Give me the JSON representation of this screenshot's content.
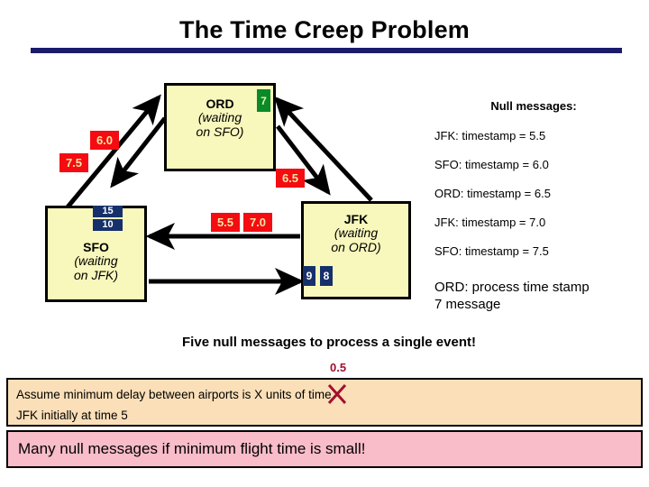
{
  "slide": {
    "title": "The Time Creep Problem",
    "rule_color": "#1b1b6b"
  },
  "diagram": {
    "nodes": [
      {
        "id": "ord",
        "name": "ORD",
        "state_line1": "(waiting",
        "state_line2": "on SFO)",
        "fill": "#f8f7bc"
      },
      {
        "id": "sfo",
        "name": "SFO",
        "state_line1": "(waiting",
        "state_line2": "on JFK)",
        "fill": "#f8f7bc"
      },
      {
        "id": "jfk",
        "name": "JFK",
        "state_line1": "(waiting",
        "state_line2": "on ORD)",
        "fill": "#f8f7bc"
      }
    ],
    "badges": [
      {
        "id": "msg-6-0",
        "value": "6.0",
        "color": "red",
        "hex": "#f40c12"
      },
      {
        "id": "msg-7-5",
        "value": "7.5",
        "color": "red",
        "hex": "#f40c12"
      },
      {
        "id": "msg-6-5",
        "value": "6.5",
        "color": "red",
        "hex": "#f40c12"
      },
      {
        "id": "msg-7",
        "value": "7",
        "color": "green",
        "hex": "#0a8a28"
      },
      {
        "id": "msg-5-5",
        "value": "5.5",
        "color": "red",
        "hex": "#f40c12"
      },
      {
        "id": "msg-7-0",
        "value": "7.0",
        "color": "red",
        "hex": "#f40c12"
      },
      {
        "id": "msg-15",
        "value": "15",
        "color": "blue",
        "hex": "#16306b"
      },
      {
        "id": "msg-10",
        "value": "10",
        "color": "blue",
        "hex": "#16306b"
      },
      {
        "id": "msg-9",
        "value": "9",
        "color": "blue",
        "hex": "#16306b"
      },
      {
        "id": "msg-8",
        "value": "8",
        "color": "blue",
        "hex": "#16306b"
      }
    ],
    "arrows": [
      {
        "id": "sfo-to-ord",
        "from": "SFO",
        "to": "ORD"
      },
      {
        "id": "ord-to-sfo",
        "from": "ORD",
        "to": "SFO"
      },
      {
        "id": "jfk-to-ord",
        "from": "JFK",
        "to": "ORD"
      },
      {
        "id": "ord-to-jfk",
        "from": "ORD",
        "to": "JFK"
      },
      {
        "id": "jfk-to-sfo",
        "from": "JFK",
        "to": "SFO"
      },
      {
        "id": "sfo-to-jfk",
        "from": "SFO",
        "to": "JFK"
      }
    ]
  },
  "null_panel": {
    "heading": "Null messages:",
    "lines": [
      "JFK: timestamp = 5.5",
      "SFO: timestamp = 6.0",
      "ORD: timestamp = 6.5",
      "JFK: timestamp = 7.0",
      "SFO: timestamp = 7.5"
    ],
    "final_note": "ORD: process time stamp 7 message"
  },
  "callouts": {
    "five_null": "Five null messages to process a single event!",
    "assume_line_1": "Assume minimum delay between airports is X units of time",
    "assume_line_2": "JFK initially at time 5",
    "annotation_value": "0.5",
    "annotation_color": "#a01030",
    "assume_fill": "#fadfb8",
    "conclusion": "Many null messages if minimum flight time is small!",
    "conclusion_fill": "#f9bcc9"
  }
}
